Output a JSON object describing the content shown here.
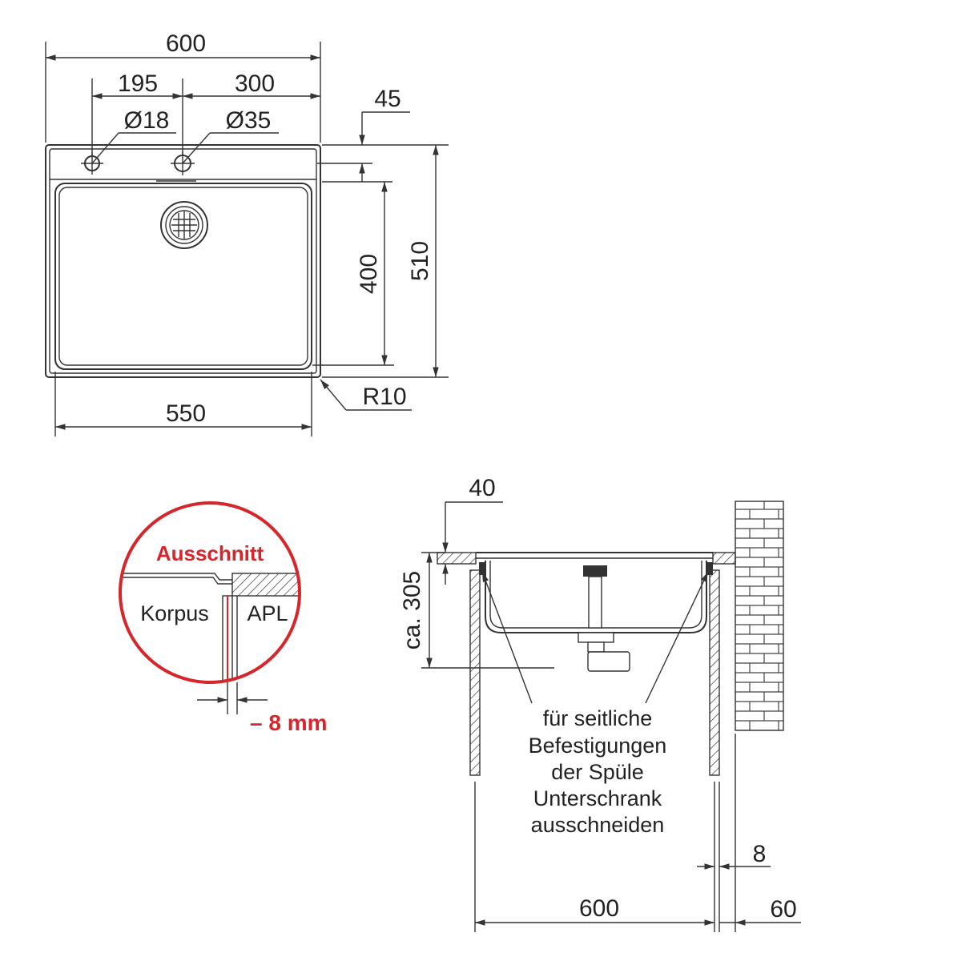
{
  "top_view": {
    "width_total": "600",
    "offset_tap_hole": "195",
    "spacing_holes": "300",
    "tap_hole_small": "Ø18",
    "tap_hole_large": "Ø35",
    "shelf_depth": "45",
    "bowl_depth": "400",
    "depth_total": "510",
    "corner_radius": "R10",
    "bowl_width": "550"
  },
  "detail": {
    "title": "Ausschnitt",
    "korpus_label": "Korpus",
    "apl_label": "APL",
    "reduction": "– 8 mm"
  },
  "side_view": {
    "rim_height": "40",
    "installation_depth": "ca. 305",
    "note_lines": [
      "für seitliche",
      "Befestigungen",
      "der Spüle",
      "Unterschrank",
      "ausschneiden"
    ],
    "cabinet_width": "600",
    "wall_thickness": "8",
    "wall_gap": "60"
  },
  "colors": {
    "accent": "#d5262c",
    "line": "#333333"
  }
}
